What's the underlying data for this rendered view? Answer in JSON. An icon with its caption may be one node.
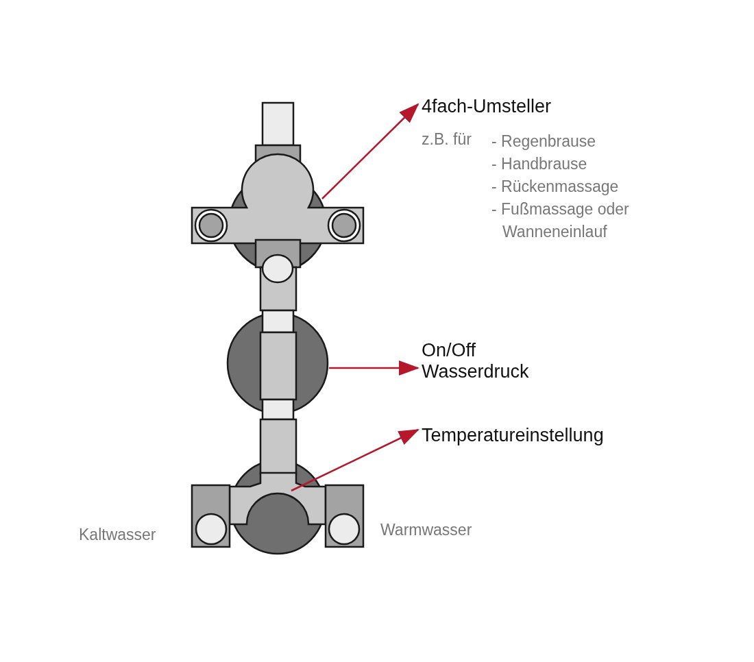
{
  "diagram": {
    "nodes": [
      {
        "text": [
          "4fach-Umsteller",
          "z.B. für",
          "- Regenbrause",
          "- Handbrause",
          "- Rückenmassage",
          "- Fußmassage oder Wanneneinlauf"
        ]
      },
      {
        "text": [],
        "shape": "circle"
      },
      {
        "text": [
          "On/Off Wasserdruck"
        ]
      },
      {
        "text": [],
        "shape": "circle"
      },
      {
        "text": [
          "Temperatureinstellung"
        ]
      },
      {
        "text": [],
        "shape": "circle"
      }
    ],
    "edges": [
      {
        "from": 1,
        "to": 0,
        "arrow": "to"
      },
      {
        "from": 3,
        "to": 2,
        "arrow": "to"
      },
      {
        "from": 5,
        "to": 4,
        "arrow": "to"
      }
    ],
    "labels": [
      "Kaltwasser",
      "Warmwasser"
    ]
  }
}
